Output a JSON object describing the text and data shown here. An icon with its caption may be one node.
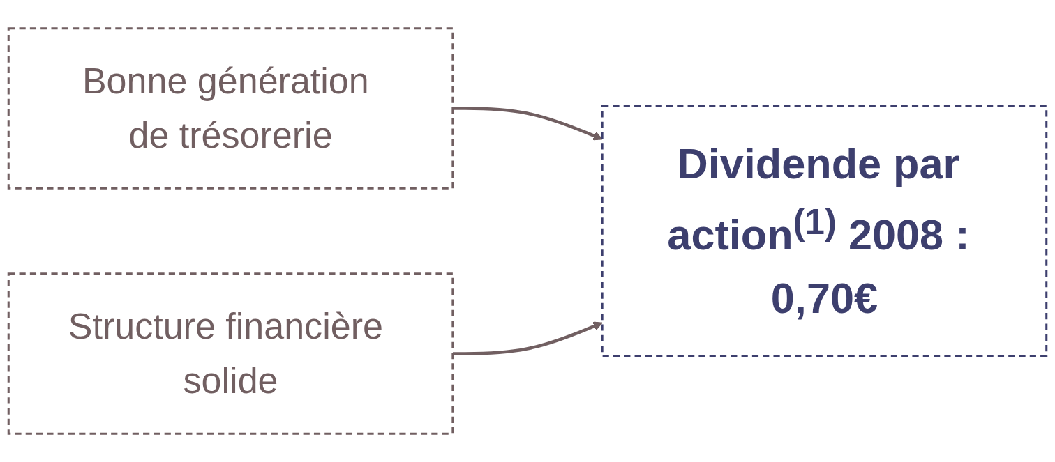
{
  "diagram": {
    "nodes": [
      {
        "text": [
          "Bonne génération de trésorerie"
        ]
      },
      {
        "text": [
          "Structure financière solide"
        ]
      },
      {
        "text": [
          "Dividende par action$^{(1)}$ 2008 : 0,70€"
        ]
      }
    ],
    "edges": [
      {
        "from": 0,
        "to": 2,
        "arrow": "to"
      },
      {
        "from": 1,
        "to": 2,
        "arrow": "to"
      }
    ]
  }
}
